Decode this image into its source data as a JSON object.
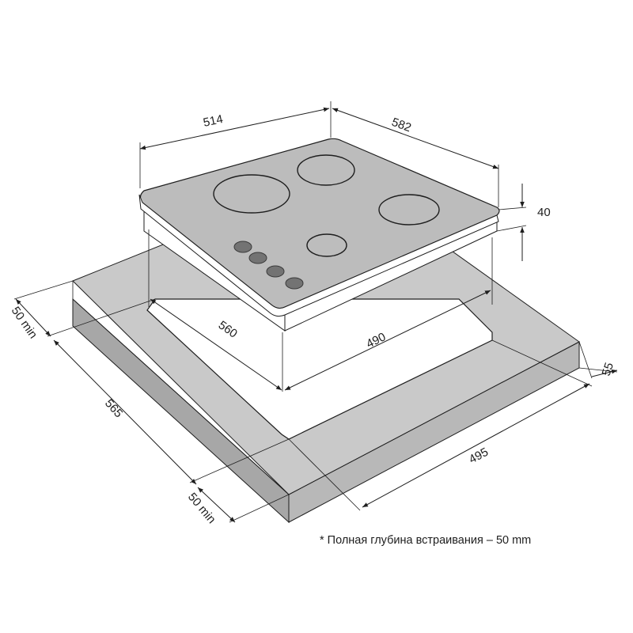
{
  "dimensions": {
    "hob_width": "514",
    "hob_depth": "582",
    "hob_height": "40",
    "cutout_depth": "560",
    "cutout_width": "490",
    "left_margin_top": "50 min",
    "counter_depth": "565",
    "left_margin_bottom": "50 min",
    "counter_width": "495",
    "counter_thickness": "55"
  },
  "footnote": "* Полная глубина встраивания – 50 mm",
  "colors": {
    "countertop_top": "#c9c9c9",
    "countertop_front": "#a7a7a7",
    "countertop_side": "#b8b8b8",
    "hob_glass": "#bcbcbc",
    "burner": "#bdbdbd",
    "knob": "#737373",
    "line": "#1e1e1e"
  }
}
